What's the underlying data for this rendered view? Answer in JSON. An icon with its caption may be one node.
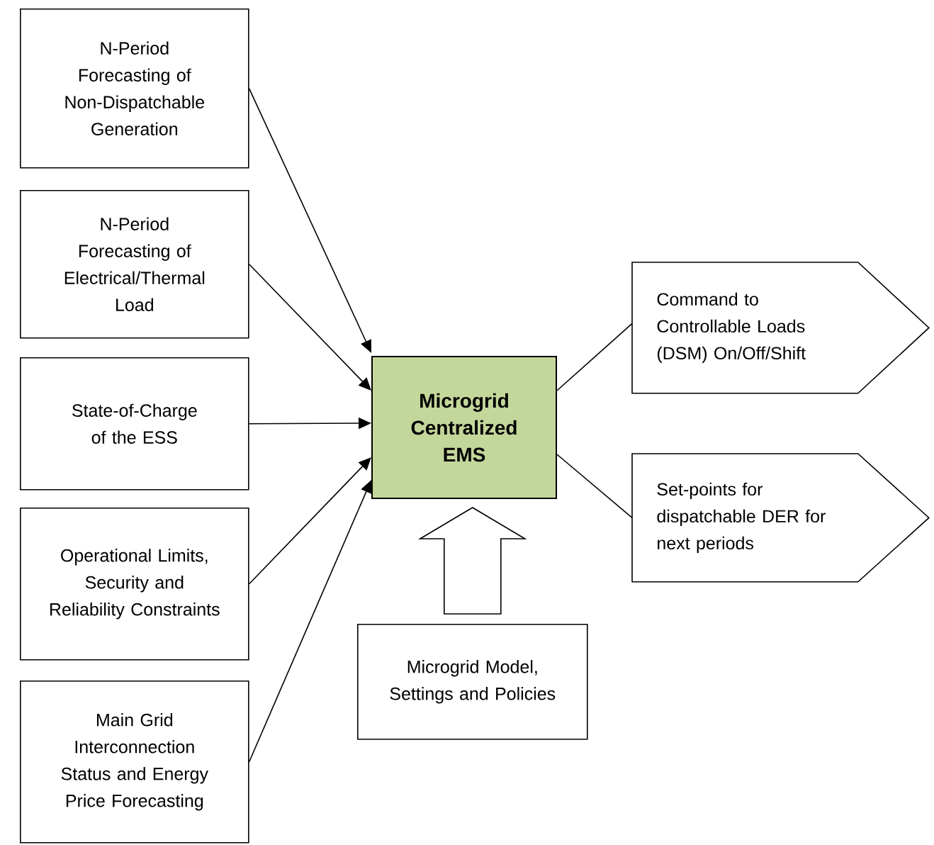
{
  "diagram": {
    "nodes": [
      {
        "text": [
          "N-Period Forecasting of Non-Dispatchable Generation"
        ]
      },
      {
        "text": [
          "N-Period Forecasting of Electrical/Thermal Load"
        ]
      },
      {
        "text": [
          "State-of-Charge of the ESS"
        ]
      },
      {
        "text": [
          "Operational Limits, Security and Reliability Constraints"
        ]
      },
      {
        "text": [
          "Main Grid Interconnection Status and Energy Price Forecasting"
        ]
      },
      {
        "text": [
          "Microgrid Centralized EMS"
        ]
      },
      {
        "text": [
          "Command to Controllable Loads (DSM) On/Off/Shift"
        ]
      },
      {
        "text": [
          "Set-points for dispatchable DER for next periods"
        ]
      },
      {
        "text": [
          "Microgrid Model, Settings and Policies"
        ]
      }
    ],
    "edges": [
      {
        "from": 0,
        "to": 5,
        "arrow": "to"
      },
      {
        "from": 1,
        "to": 5,
        "arrow": "to"
      },
      {
        "from": 2,
        "to": 5,
        "arrow": "to"
      },
      {
        "from": 3,
        "to": 5,
        "arrow": "to"
      },
      {
        "from": 4,
        "to": 5,
        "arrow": "to"
      },
      {
        "from": 5,
        "to": 6,
        "arrow": "none"
      },
      {
        "from": 5,
        "to": 7,
        "arrow": "none"
      },
      {
        "from": 8,
        "to": 5,
        "arrow": "to"
      }
    ]
  }
}
